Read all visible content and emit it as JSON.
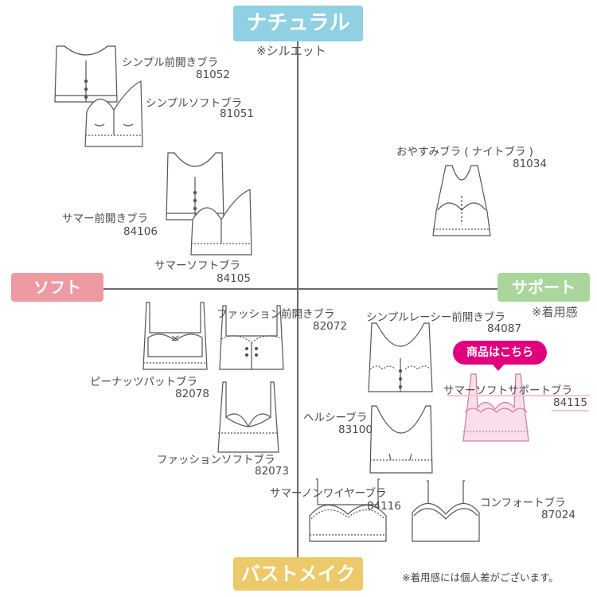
{
  "colors": {
    "natural": "#8fd0e2",
    "soft": "#ee9aa3",
    "support": "#a9d69a",
    "bustmake": "#ecc96a",
    "cta": "#e0007e",
    "highlight_fill": "#f9dfe9",
    "highlight_stroke": "#d37a98"
  },
  "axes": {
    "top": "ナチュラル",
    "top_note": "※シルエット",
    "left": "ソフト",
    "right": "サポート",
    "right_note": "※着用感",
    "bottom": "バストメイク"
  },
  "products": [
    {
      "name": "シンプル前開きブラ",
      "code": "81052"
    },
    {
      "name": "シンプルソフトブラ",
      "code": "81051"
    },
    {
      "name": "おやすみブラ ( ナイトブラ )",
      "code": "81034"
    },
    {
      "name": "サマー前開きブラ",
      "code": "84106"
    },
    {
      "name": "サマーソフトブラ",
      "code": "84105"
    },
    {
      "name": "ファッション前開きブラ",
      "code": "82072"
    },
    {
      "name": "シンプルレーシー前開きブラ",
      "code": "84087"
    },
    {
      "name": "ピーナッツパットブラ",
      "code": "82078"
    },
    {
      "name": "サマーソフトサポートブラ",
      "code": "84115"
    },
    {
      "name": "ヘルシーブラ",
      "code": "83100"
    },
    {
      "name": "ファッションソフトブラ",
      "code": "82073"
    },
    {
      "name": "サマーノンワイヤーブラ",
      "code": "84116"
    },
    {
      "name": "コンフォートブラ",
      "code": "87024"
    }
  ],
  "cta_label": "商品はこちら",
  "footer_note": "※着用感には個人差がございます。"
}
